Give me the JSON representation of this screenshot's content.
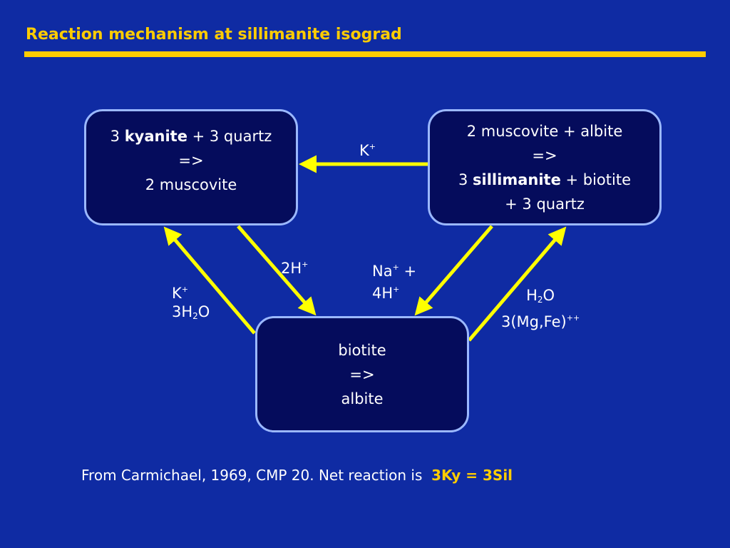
{
  "title": "Reaction mechanism at sillimanite isograd",
  "boxes": {
    "left": {
      "line1_pre": "3 ",
      "line1_bold": "kyanite",
      "line1_post": " + 3 quartz",
      "line2": "=>",
      "line3": "2 muscovite"
    },
    "right": {
      "line1": "2 muscovite + albite",
      "line2": "=>",
      "line3_pre": "3 ",
      "line3_bold": "sillimanite",
      "line3_post": " + biotite",
      "line4": "+ 3 quartz"
    },
    "bottom": {
      "line1": "biotite",
      "line2": "=>",
      "line3": "albite"
    }
  },
  "labels": {
    "top_arrow": {
      "base": "K",
      "sup": "+"
    },
    "left_up": {
      "l1_base": "K",
      "l1_sup": "+",
      "l2_pre": "3H",
      "l2_sub": "2",
      "l2_post": "O"
    },
    "left_down": {
      "base": "2H",
      "sup": "+"
    },
    "right_down": {
      "l1_base": "Na",
      "l1_sup": "+",
      "l1_post": " +",
      "l2_base": "4H",
      "l2_sup": "+"
    },
    "right_up": {
      "l1_pre": "H",
      "l1_sub": "2",
      "l1_post": "O",
      "l2_base": "3(Mg,Fe)",
      "l2_sup": "++"
    }
  },
  "footer": {
    "text": "From Carmichael, 1969, CMP 20.  Net reaction is",
    "net": "3Ky = 3Sil"
  },
  "colors": {
    "background": "#0f2ba3",
    "box_fill": "#050c5c",
    "box_border": "#9bb8ff",
    "arrow": "#ffff00",
    "title": "#ffcc00"
  }
}
